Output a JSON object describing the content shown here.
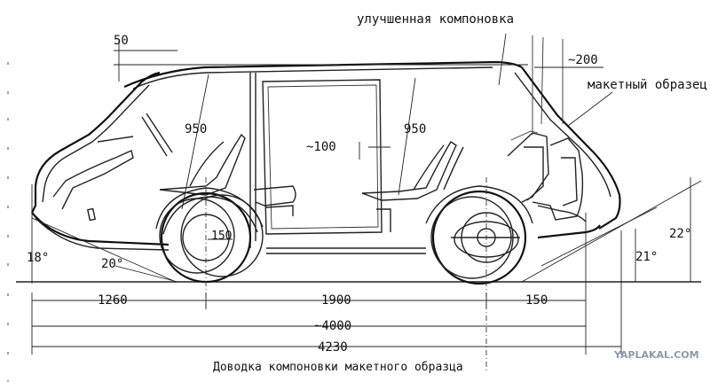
{
  "labels": {
    "improved_layout": "улучшенная компоновка",
    "mockup_sample": "макетный образец",
    "caption": "Доводка компоновки макетного образца",
    "watermark": "YAPLAKAL.COM"
  },
  "dimensions": {
    "top_offset": "50",
    "rear_offset": "~200",
    "front_headroom": "950",
    "rear_headroom": "950",
    "seat_shift": "~100",
    "front_wheel_offset": "150",
    "front_overhang": "1260",
    "wheelbase": "1900",
    "rear_wheel_offset": "150",
    "length_approx": "~4000",
    "length_total": "4230"
  },
  "angles": {
    "front_approach": "18°",
    "front_departure": "20°",
    "rear_a": "21°",
    "rear_b": "22°"
  }
}
